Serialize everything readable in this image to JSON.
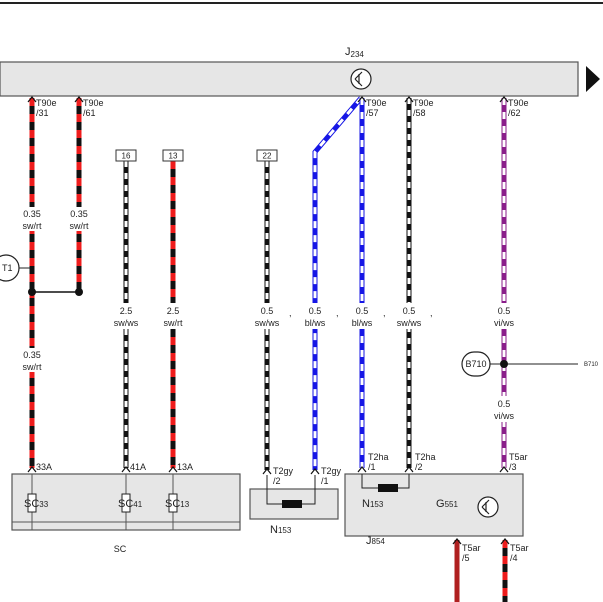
{
  "header": {
    "module_label": "J234",
    "module_label_main": "J",
    "module_label_sub": "234"
  },
  "pins_top": [
    {
      "conn": "T90e",
      "pin": "/31"
    },
    {
      "conn": "T90e",
      "pin": "/61"
    },
    {
      "conn": "T90e",
      "pin": "/57"
    },
    {
      "conn": "T90e",
      "pin": "/58"
    },
    {
      "conn": "T90e",
      "pin": "/62"
    }
  ],
  "refs": [
    "16",
    "13",
    "22"
  ],
  "wires": [
    {
      "size": "0.35",
      "color": "sw/rt"
    },
    {
      "size": "0.35",
      "color": "sw/rt"
    },
    {
      "size": "0.35",
      "color": "sw/rt"
    },
    {
      "size": "2.5",
      "color": "sw/ws"
    },
    {
      "size": "2.5",
      "color": "sw/rt"
    },
    {
      "size": "0.5",
      "color": "sw/ws"
    },
    {
      "size": "0.5",
      "color": "bl/ws"
    },
    {
      "size": "0.5",
      "color": "bl/ws"
    },
    {
      "size": "0.5",
      "color": "sw/ws"
    },
    {
      "size": "0.5",
      "color": "vi/ws"
    },
    {
      "size": "0.5",
      "color": "vi/ws"
    }
  ],
  "left_badge": "T1",
  "b710": {
    "label": "B710",
    "right_text": "B710"
  },
  "sc_pins": [
    "33A",
    "41A",
    "13A"
  ],
  "sc_fuses": [
    {
      "main": "SC",
      "sub": "33"
    },
    {
      "main": "SC",
      "sub": "41"
    },
    {
      "main": "SC",
      "sub": "13"
    }
  ],
  "sc_label": "SC",
  "n153_left": {
    "conn1": "T2gy",
    "pin1": "/2",
    "conn2": "T2gy",
    "pin2": "/1",
    "label_main": "N",
    "label_sub": "153"
  },
  "j854": {
    "conn1": "T2ha",
    "pin1": "/1",
    "conn2": "T2ha",
    "pin2": "/2",
    "n_main": "N",
    "n_sub": "153",
    "g_main": "G",
    "g_sub": "551",
    "label_main": "J",
    "label_sub": "854",
    "conn3": "T5ar",
    "pin3": "/3"
  },
  "bottom_pins": [
    {
      "conn": "T5ar",
      "pin": "/5"
    },
    {
      "conn": "T5ar",
      "pin": "/4"
    }
  ],
  "colors": {
    "black": "#111111",
    "red": "#ee1c1c",
    "blue": "#1616e6",
    "white": "#ffffff",
    "violet": "#8a1e8a",
    "darkred": "#b02020",
    "module_fill": "#e6e6e6",
    "module_stroke": "#555555"
  }
}
